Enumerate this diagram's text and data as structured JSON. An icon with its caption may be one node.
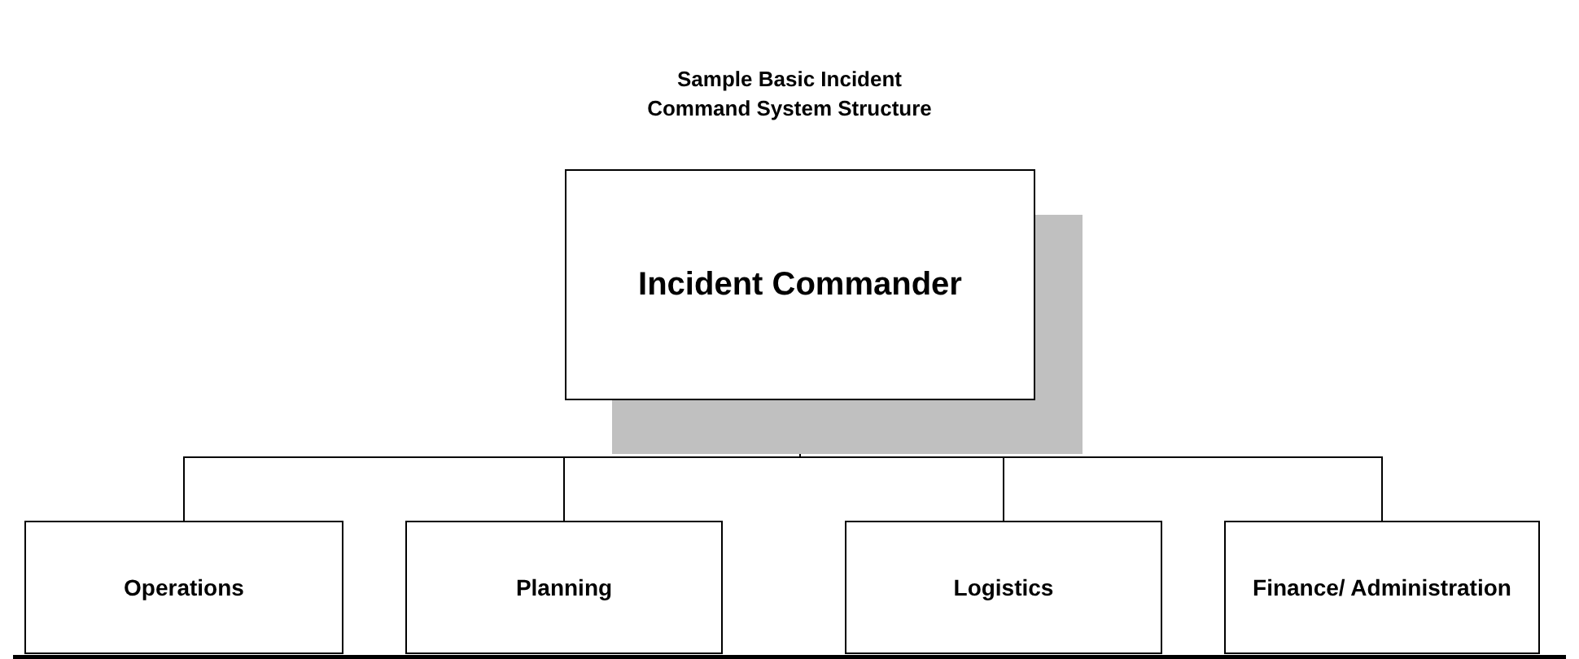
{
  "diagram": {
    "title": "Sample Basic Incident Command System Structure",
    "nodes": [
      {
        "text": [
          "Incident Commander"
        ]
      },
      {
        "text": [
          "Operations"
        ]
      },
      {
        "text": [
          "Planning"
        ]
      },
      {
        "text": [
          "Logistics"
        ]
      },
      {
        "text": [
          "Finance/ Administration"
        ]
      }
    ],
    "edges": [
      {
        "from": 0,
        "to": 1,
        "arrow": "none"
      },
      {
        "from": 0,
        "to": 2,
        "arrow": "none"
      },
      {
        "from": 0,
        "to": 3,
        "arrow": "none"
      },
      {
        "from": 0,
        "to": 4,
        "arrow": "none"
      }
    ]
  }
}
